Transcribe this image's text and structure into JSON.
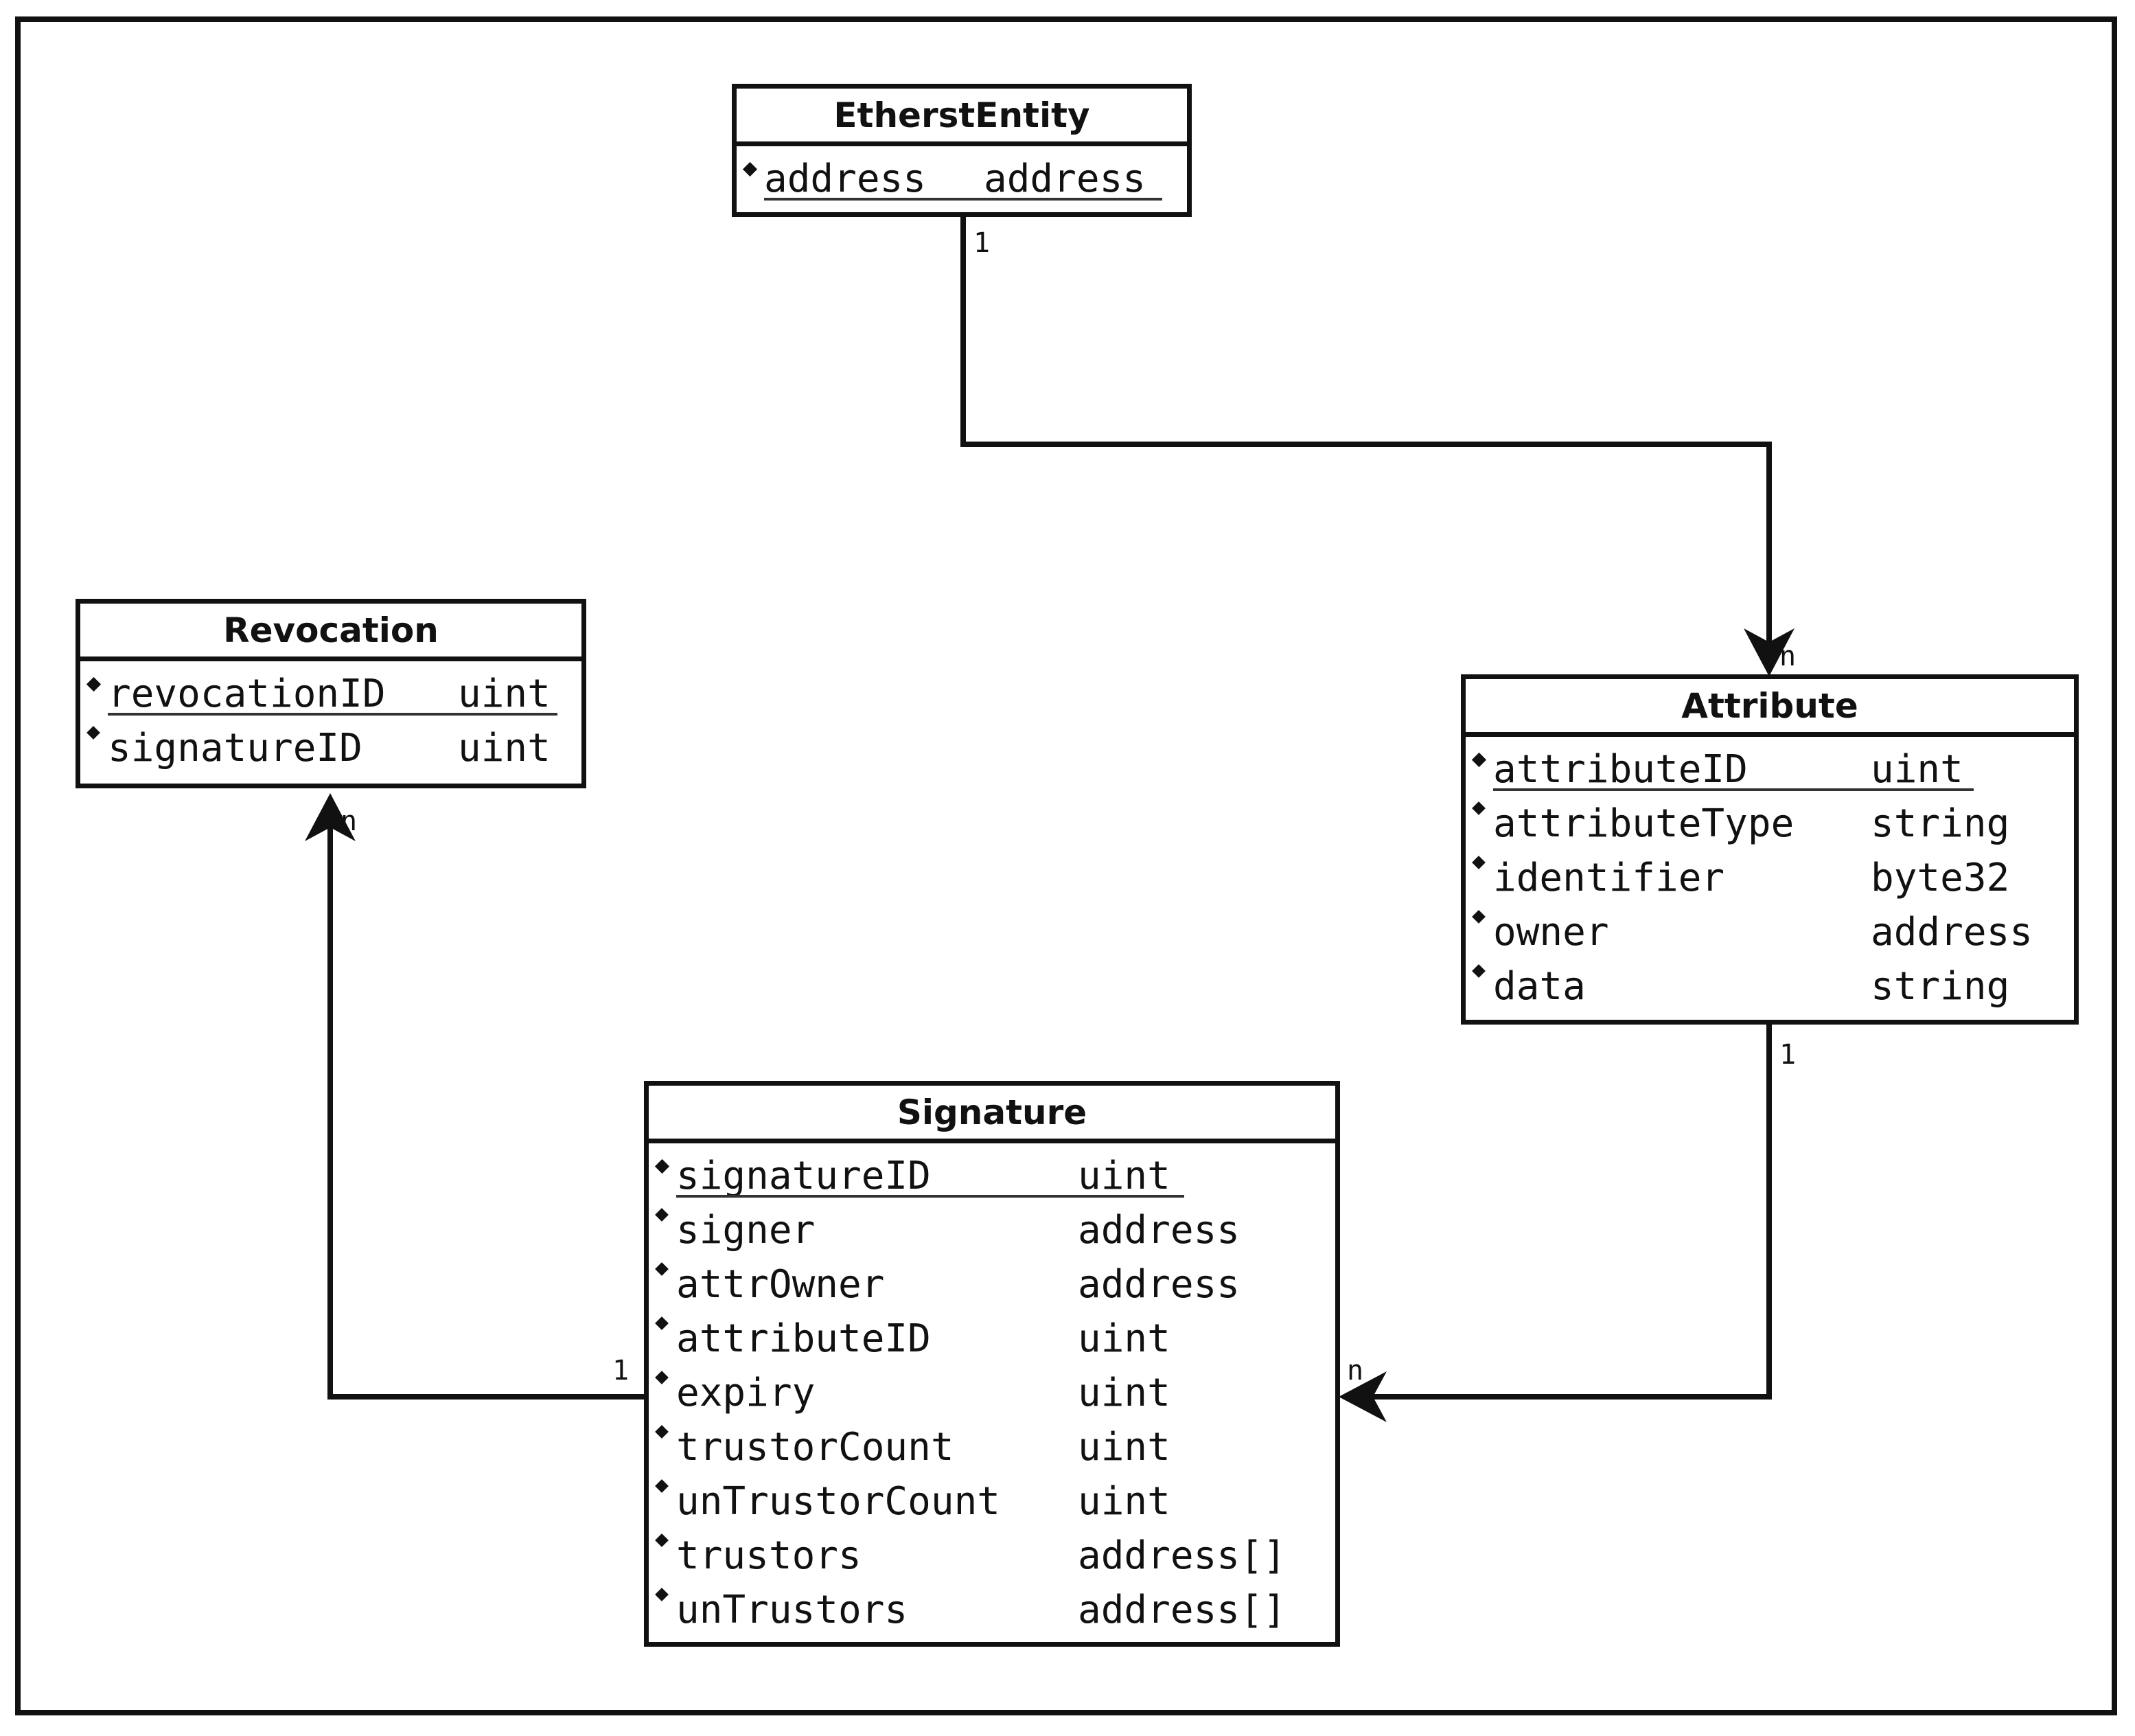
{
  "entities": {
    "etherst_entity": {
      "title": "EtherstEntity",
      "attributes": [
        {
          "name": "address",
          "type": "address",
          "key": true
        }
      ]
    },
    "revocation": {
      "title": "Revocation",
      "attributes": [
        {
          "name": "revocationID",
          "type": "uint",
          "key": true
        },
        {
          "name": "signatureID",
          "type": "uint",
          "key": false
        }
      ]
    },
    "attribute": {
      "title": "Attribute",
      "attributes": [
        {
          "name": "attributeID",
          "type": "uint",
          "key": true
        },
        {
          "name": "attributeType",
          "type": "string",
          "key": false
        },
        {
          "name": "identifier",
          "type": "byte32",
          "key": false
        },
        {
          "name": "owner",
          "type": "address",
          "key": false
        },
        {
          "name": "data",
          "type": "string",
          "key": false
        }
      ]
    },
    "signature": {
      "title": "Signature",
      "attributes": [
        {
          "name": "signatureID",
          "type": "uint",
          "key": true
        },
        {
          "name": "signer",
          "type": "address",
          "key": false
        },
        {
          "name": "attrOwner",
          "type": "address",
          "key": false
        },
        {
          "name": "attributeID",
          "type": "uint",
          "key": false
        },
        {
          "name": "expiry",
          "type": "uint",
          "key": false
        },
        {
          "name": "trustorCount",
          "type": "uint",
          "key": false
        },
        {
          "name": "unTrustorCount",
          "type": "uint",
          "key": false
        },
        {
          "name": "trustors",
          "type": "address[]",
          "key": false
        },
        {
          "name": "unTrustors",
          "type": "address[]",
          "key": false
        }
      ]
    }
  },
  "relationships": [
    {
      "from": "etherst_entity",
      "to": "attribute",
      "from_mult": "1",
      "to_mult": "n"
    },
    {
      "from": "attribute",
      "to": "signature",
      "from_mult": "1",
      "to_mult": "n"
    },
    {
      "from": "signature",
      "to": "revocation",
      "from_mult": "1",
      "to_mult": "n"
    }
  ]
}
